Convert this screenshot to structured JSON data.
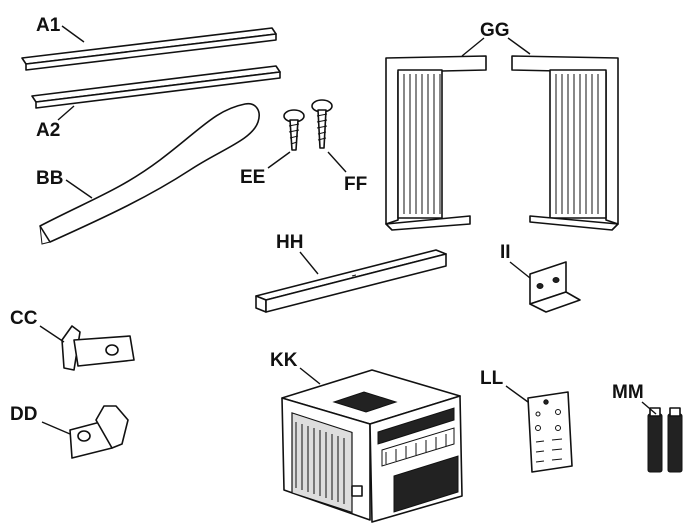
{
  "diagram": {
    "labels": {
      "A1": "A1",
      "A2": "A2",
      "BB": "BB",
      "CC": "CC",
      "DD": "DD",
      "EE": "EE",
      "FF": "FF",
      "GG": "GG",
      "HH": "HH",
      "II": "II",
      "KK": "KK",
      "LL": "LL",
      "MM": "MM"
    }
  }
}
